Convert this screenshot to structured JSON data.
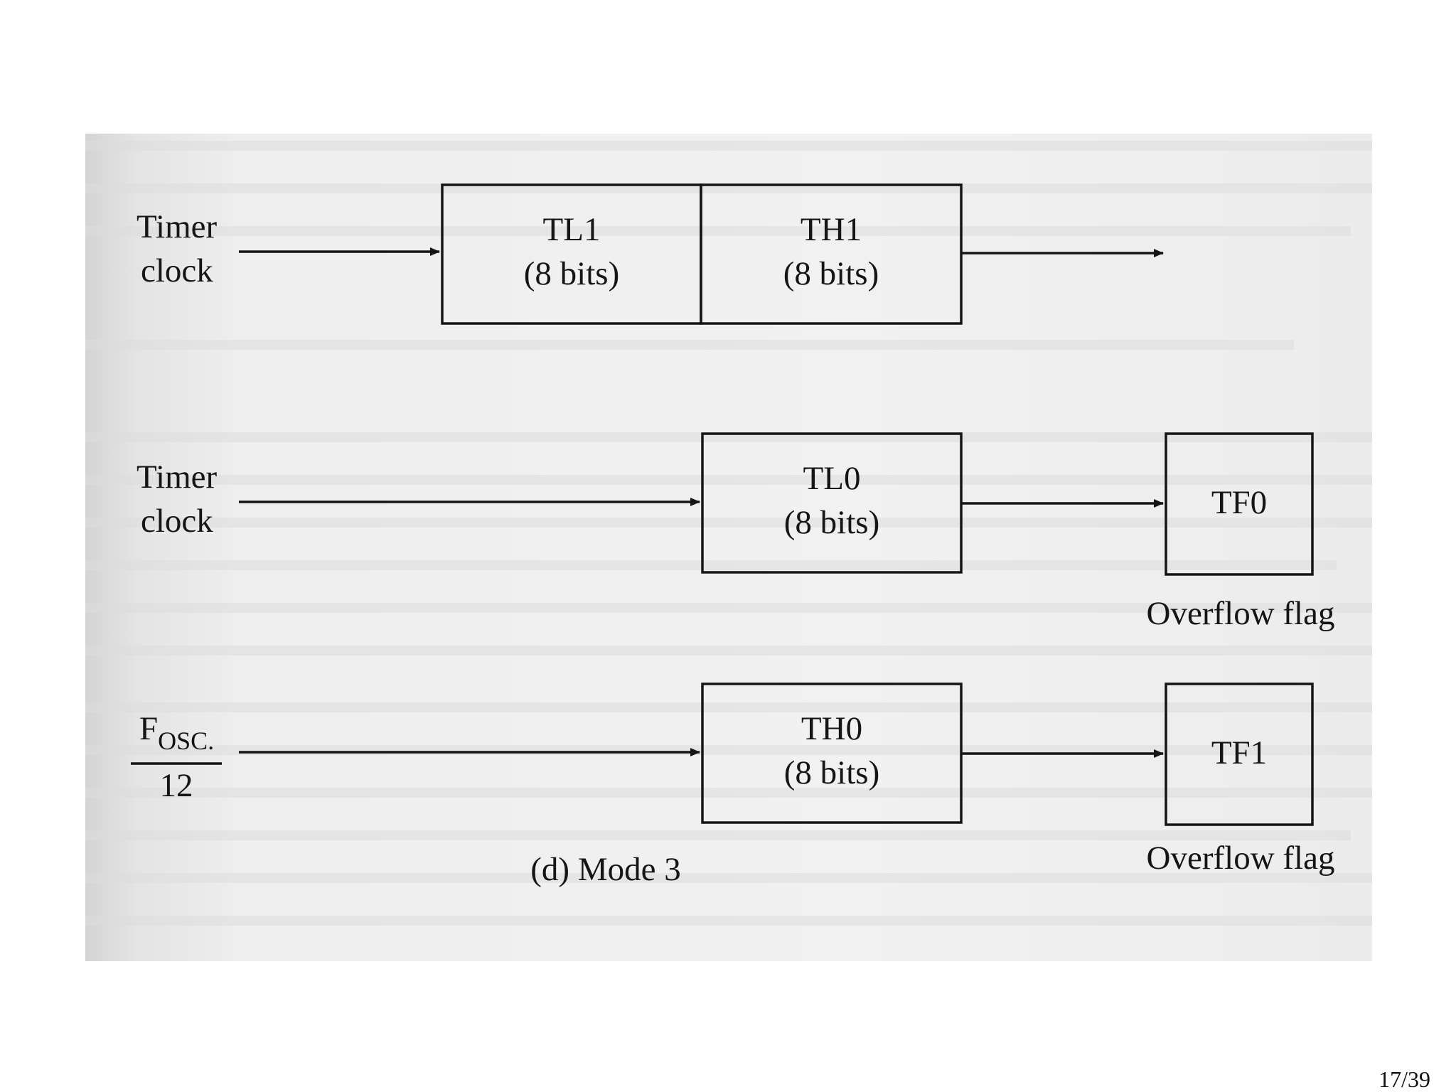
{
  "diagram": {
    "mode1_row": {
      "input_label_line1": "Timer",
      "input_label_line2": "clock",
      "box_left": {
        "name": "TL1",
        "detail": "(8 bits)"
      },
      "box_right": {
        "name": "TH1",
        "detail": "(8 bits)"
      }
    },
    "timer0_row": {
      "input_label_line1": "Timer",
      "input_label_line2": "clock",
      "counter": {
        "name": "TL0",
        "detail": "(8 bits)"
      },
      "flag": {
        "name": "TF0",
        "caption": "Overflow flag"
      }
    },
    "timer1_row": {
      "input_numerator_main": "F",
      "input_numerator_sub": "OSC.",
      "input_denominator": "12",
      "counter": {
        "name": "TH0",
        "detail": "(8 bits)"
      },
      "flag": {
        "name": "TF1",
        "caption": "Overflow flag"
      }
    },
    "caption": "(d) Mode 3"
  },
  "page_number": "17/39"
}
